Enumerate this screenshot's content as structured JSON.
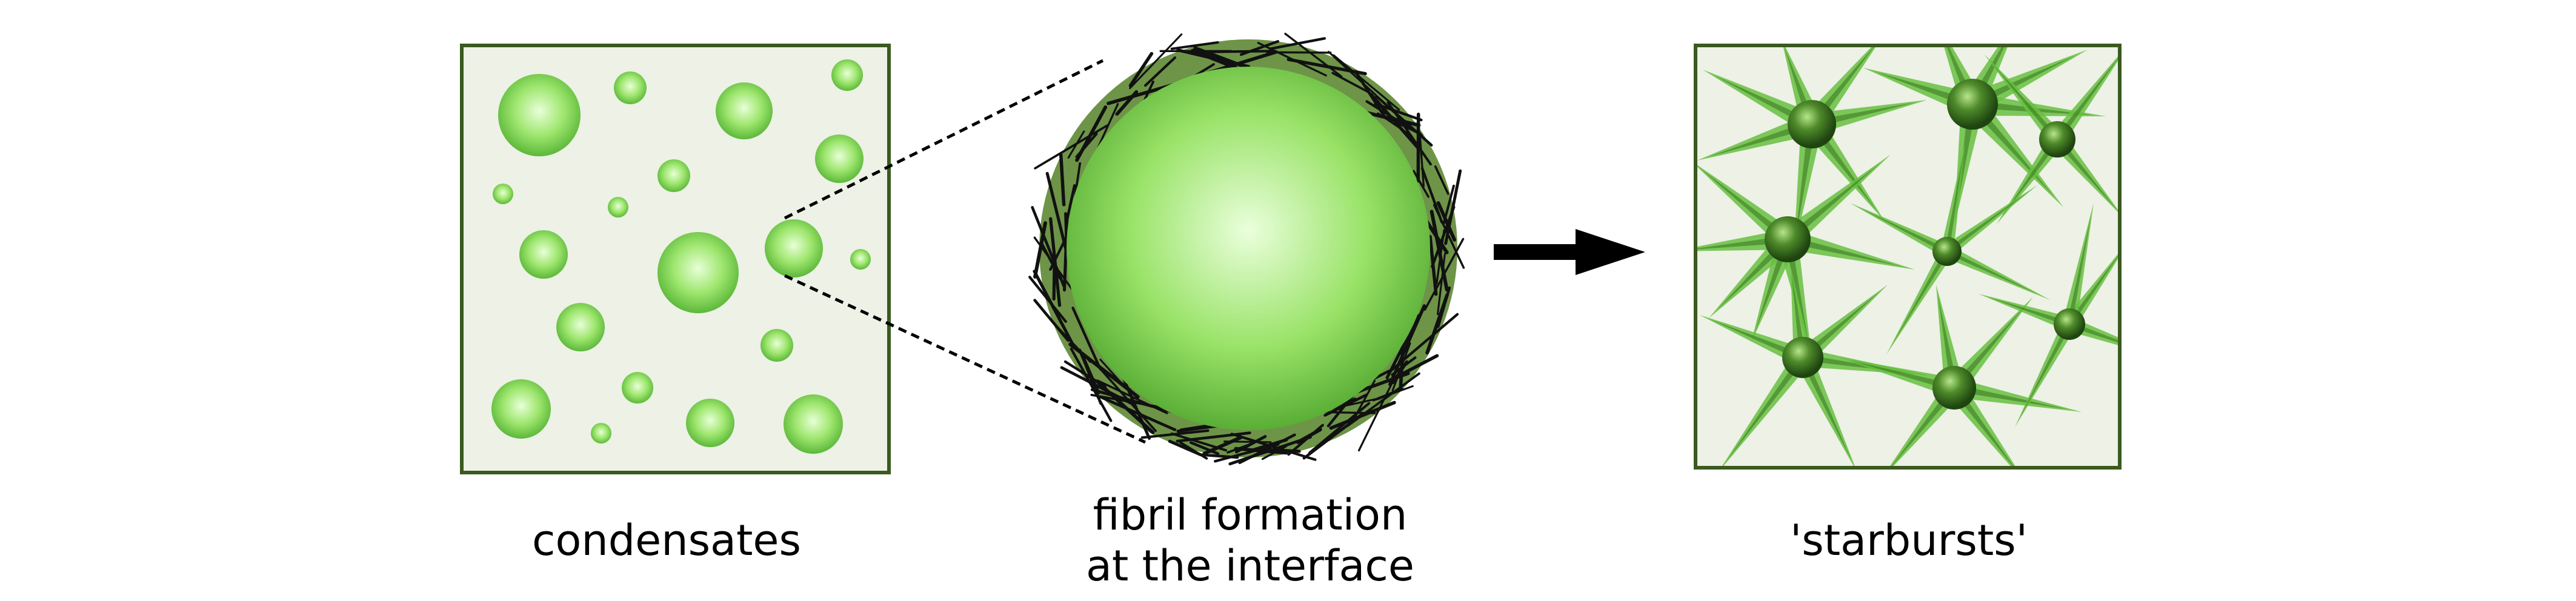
{
  "panels": {
    "left": {
      "caption": "condensates"
    },
    "middle": {
      "caption_line1": "fibril formation",
      "caption_line2": "at the interface"
    },
    "right": {
      "caption": "'starbursts'"
    }
  },
  "colors": {
    "panel_background": "#edf1e6",
    "panel_border": "#3a5a1e",
    "droplet_light": "#e8ffd8",
    "droplet_mid": "#9ee66e",
    "droplet_dark": "#5cb83a",
    "fibril_shell": "#6e9448",
    "fibril_lines": "#111111",
    "star_core_dark": "#1e4410",
    "star_spike": "#66c040",
    "arrow": "#000000"
  }
}
